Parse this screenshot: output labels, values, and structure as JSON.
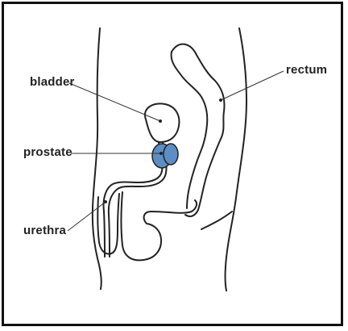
{
  "diagram": {
    "labels": {
      "bladder": "bladder",
      "prostate": "prostate",
      "urethra": "urethra",
      "rectum": "rectum"
    },
    "colors": {
      "outline": "#222222",
      "prostate_fill": "#5b8fc4",
      "frame": "#111111"
    }
  }
}
